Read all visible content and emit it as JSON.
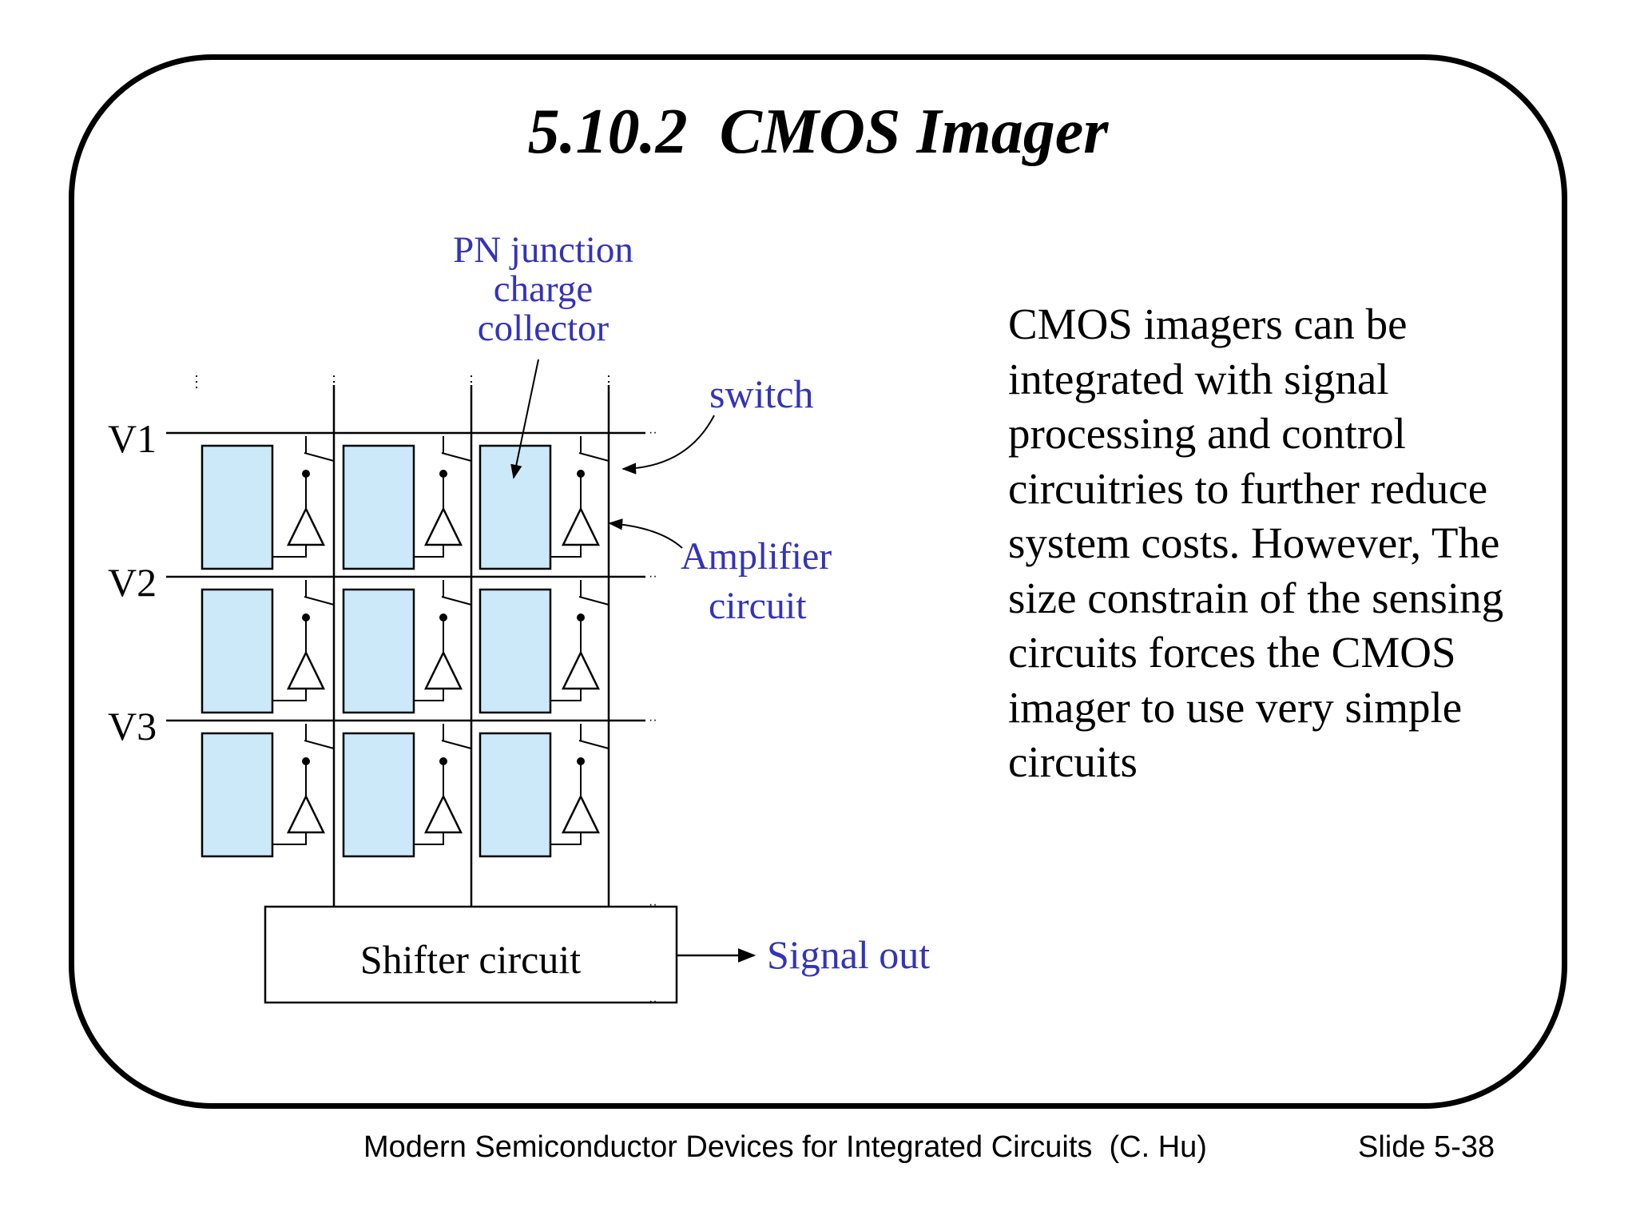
{
  "slide": {
    "title": "5.10.2  CMOS Imager",
    "body": "CMOS imagers can be integrated with signal processing and control circuitries to further reduce system costs. However, The size constrain of the sensing circuits forces the CMOS imager to use very simple circuits",
    "footer_left": "Modern Semiconductor Devices for Integrated Circuits  (C. Hu)",
    "footer_right": "Slide 5-38"
  },
  "diagram": {
    "row_labels": [
      "V1",
      "V2",
      "V3"
    ],
    "callouts": {
      "pn_junction": [
        "PN junction",
        "charge",
        "collector"
      ],
      "switch": "switch",
      "amplifier": [
        "Amplifier",
        "circuit"
      ],
      "signal_out": "Signal out"
    },
    "shifter_label": "Shifter circuit"
  },
  "colors": {
    "cell_fill": "#cce9f9",
    "label_blue": "#3333bb",
    "line": "#000000"
  }
}
